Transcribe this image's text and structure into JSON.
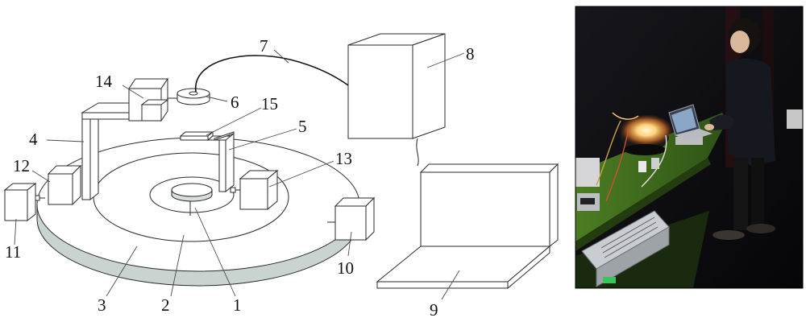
{
  "diagram": {
    "labels": [
      {
        "id": "l1",
        "text": "1"
      },
      {
        "id": "l2",
        "text": "2"
      },
      {
        "id": "l3",
        "text": "3"
      },
      {
        "id": "l4",
        "text": "4"
      },
      {
        "id": "l5",
        "text": "5"
      },
      {
        "id": "l6",
        "text": "6"
      },
      {
        "id": "l7",
        "text": "7"
      },
      {
        "id": "l8",
        "text": "8"
      },
      {
        "id": "l9",
        "text": "9"
      },
      {
        "id": "l10",
        "text": "10"
      },
      {
        "id": "l11",
        "text": "11"
      },
      {
        "id": "l12",
        "text": "12"
      },
      {
        "id": "l13",
        "text": "13"
      },
      {
        "id": "l14",
        "text": "14"
      },
      {
        "id": "l15",
        "text": "15"
      }
    ]
  },
  "colors": {
    "platform_side": "#c9d3cf",
    "photo_background": "#0c0c10",
    "bench_green": "#3f6b1e",
    "glow": "#ffd27a"
  }
}
